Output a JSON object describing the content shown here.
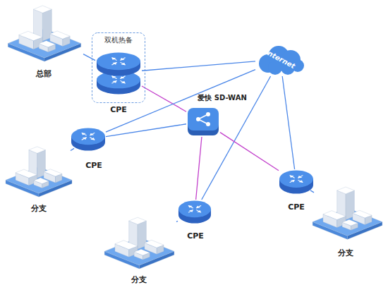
{
  "diagram": {
    "nodes": [
      {
        "text": [
          "总部"
        ]
      },
      {
        "text": [
          "双机热备"
        ]
      },
      {
        "text": [
          "CPE"
        ],
        "in": 1
      },
      {
        "text": [
          "Internet"
        ]
      },
      {
        "text": [
          "爱快 SD-WAN"
        ]
      },
      {
        "text": [
          "CPE"
        ]
      },
      {
        "text": [
          "分支"
        ]
      },
      {
        "text": [
          "CPE"
        ]
      },
      {
        "text": [
          "分支"
        ]
      },
      {
        "text": [
          "CPE"
        ]
      },
      {
        "text": [
          "分支"
        ]
      }
    ],
    "edges": [
      {
        "from": 0,
        "to": 2,
        "arrow": "none"
      },
      {
        "from": 2,
        "to": 3,
        "arrow": "none"
      },
      {
        "from": 2,
        "to": 4,
        "arrow": "none"
      },
      {
        "from": 5,
        "to": 3,
        "arrow": "none"
      },
      {
        "from": 5,
        "to": 4,
        "arrow": "none"
      },
      {
        "from": 6,
        "to": 5,
        "arrow": "none"
      },
      {
        "from": 7,
        "to": 3,
        "arrow": "none"
      },
      {
        "from": 7,
        "to": 4,
        "arrow": "none"
      },
      {
        "from": 8,
        "to": 7,
        "arrow": "none"
      },
      {
        "from": 9,
        "to": 3,
        "arrow": "none"
      },
      {
        "from": 9,
        "to": 4,
        "arrow": "none"
      },
      {
        "from": 10,
        "to": 9,
        "arrow": "none"
      }
    ]
  }
}
